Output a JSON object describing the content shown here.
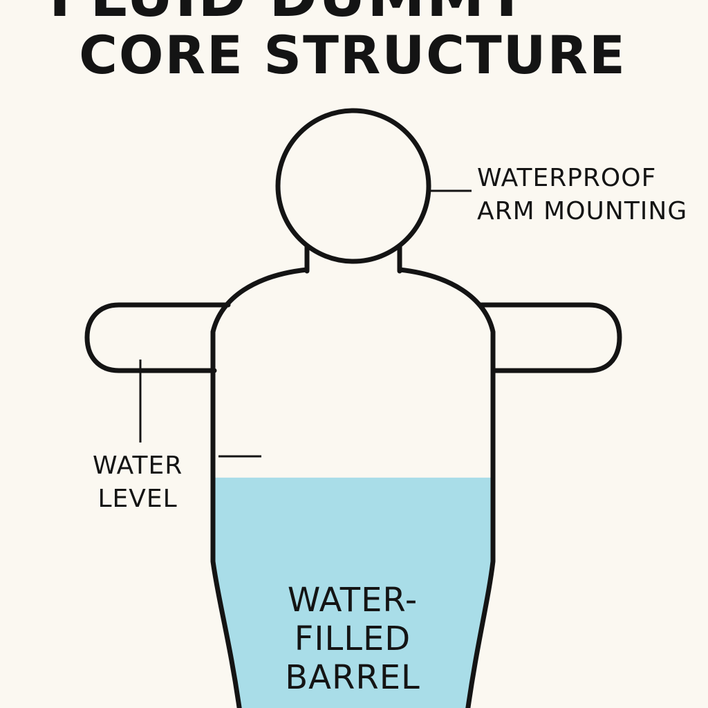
{
  "diagram": {
    "title_lines": [
      "FLUID DUMMY",
      "CORE STRUCTURE"
    ],
    "labels": {
      "arm_mounting": [
        "WATERPROOF",
        "ARM MOUNTING"
      ],
      "water_level": [
        "WATER",
        "LEVEL"
      ],
      "barrel": [
        "WATER-",
        "FILLED",
        "BARREL"
      ]
    },
    "water_fill_fraction": 0.53,
    "colors": {
      "background": "#FBF8F1",
      "outline": "#141414",
      "water": "#A9DDE8"
    }
  }
}
